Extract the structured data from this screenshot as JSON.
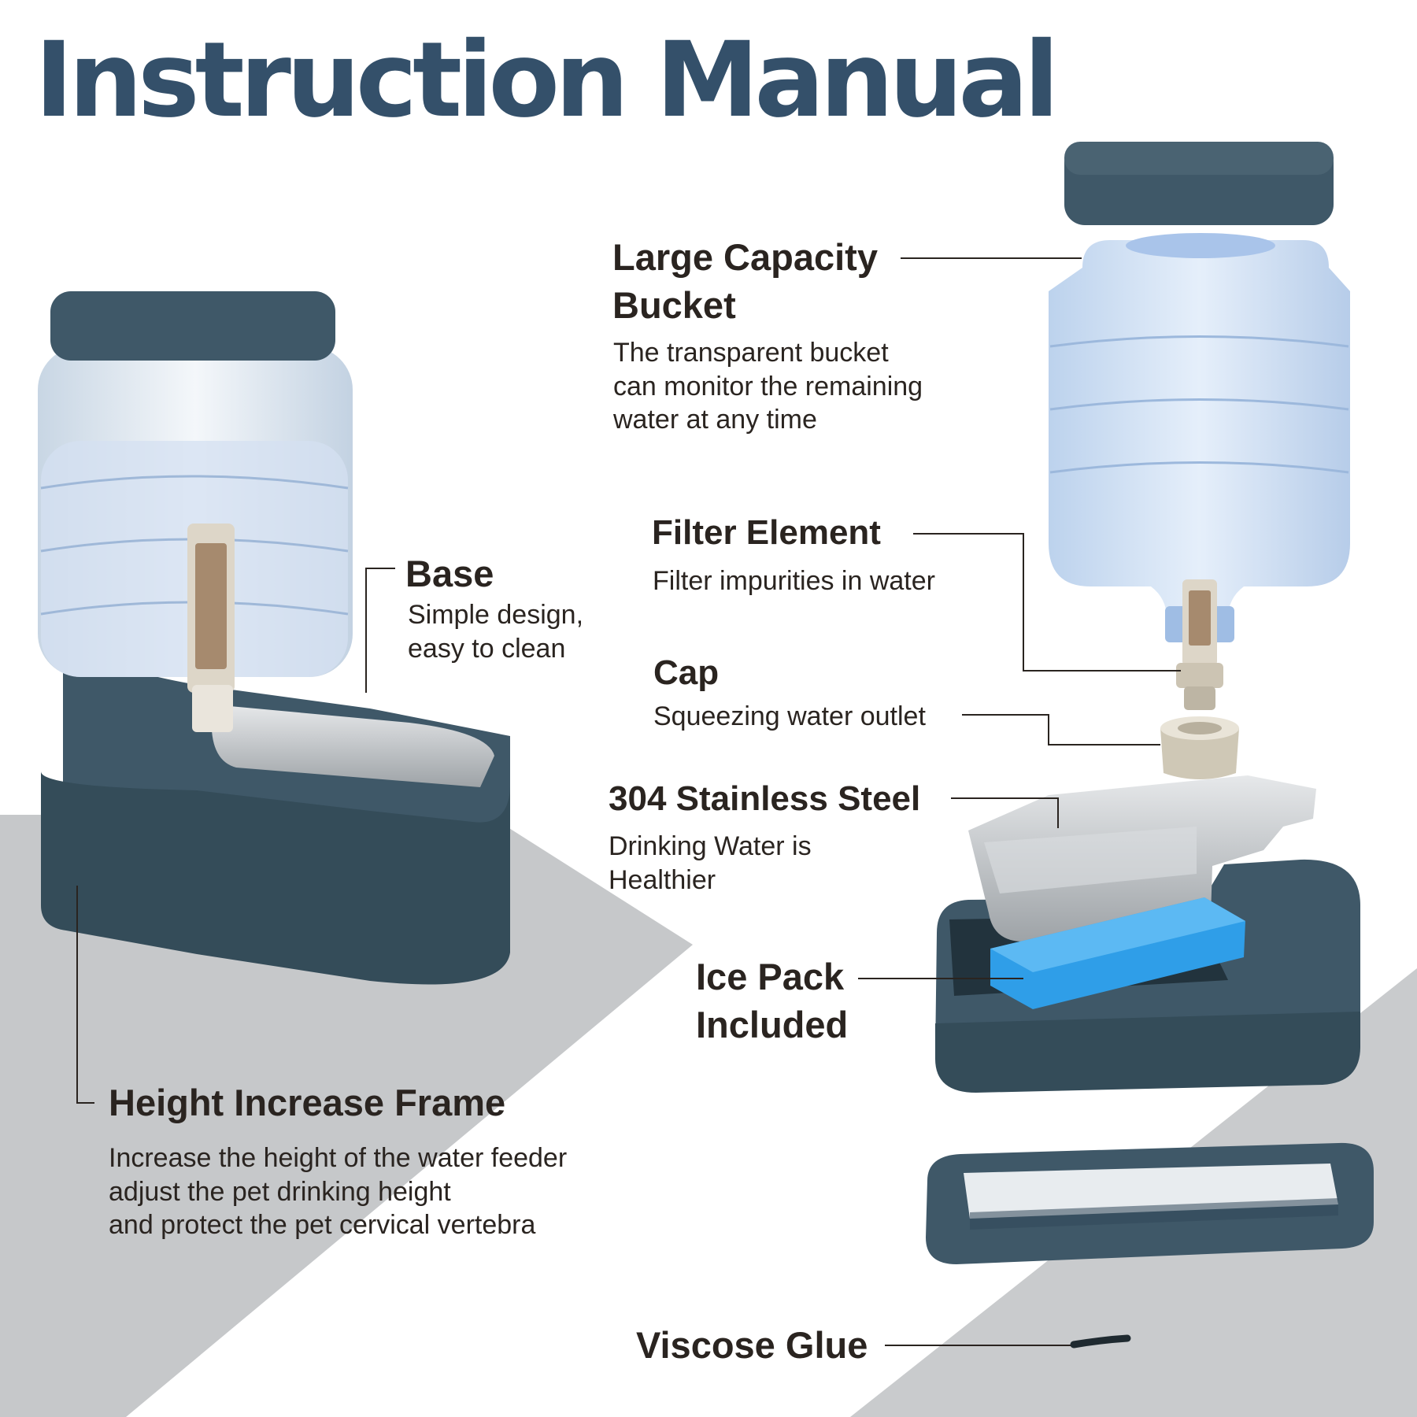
{
  "title": "Instruction Manual",
  "colors": {
    "title": "#34506a",
    "body_dark": "#3e5766",
    "body_shade": "#344c59",
    "text": "#2a2420",
    "floor": "#c4c6c8",
    "ice_pack": "#2f9ee8",
    "steel": "#c3c6c8",
    "bucket_water": "#cfe0f4"
  },
  "callouts": {
    "base": {
      "title": "Base",
      "text": "Simple design,\neasy to clean"
    },
    "height_frame": {
      "title": "Height Increase Frame",
      "text": "Increase the height of the water feeder\nadjust the pet drinking height\nand protect the pet cervical vertebra"
    },
    "bucket": {
      "title": "Large Capacity\nBucket",
      "text": "The transparent bucket\ncan monitor the remaining\nwater at any time"
    },
    "filter": {
      "title": "Filter Element",
      "text": "Filter impurities in water"
    },
    "cap": {
      "title": "Cap",
      "text": "Squeezing water outlet"
    },
    "steel": {
      "title": "304 Stainless Steel",
      "text": "Drinking Water is\nHealthier"
    },
    "ice": {
      "title": "Ice Pack\nIncluded"
    },
    "glue": {
      "title": "Viscose Glue"
    }
  }
}
